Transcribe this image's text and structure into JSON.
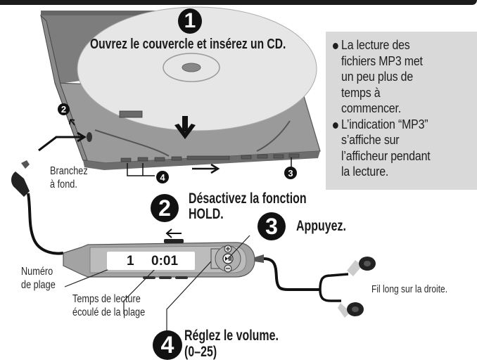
{
  "header": {
    "bar_color": "#1c1c1c"
  },
  "steps": [
    {
      "number": "1",
      "caption": "Ouvrez le couvercle et insérez un CD."
    },
    {
      "number": "2",
      "caption_line1": "Désactivez la fonction",
      "caption_line2": "HOLD."
    },
    {
      "number": "3",
      "caption": "Appuyez."
    },
    {
      "number": "4",
      "caption_line1": "Réglez le volume.",
      "caption_line2": "(0–25)"
    }
  ],
  "small_markers": {
    "marker_2": "2",
    "marker_3": "3",
    "marker_4": "4"
  },
  "notes": {
    "background": "#d9d9d9",
    "items": [
      {
        "text": "La lecture des fichiers MP3 met un peu plus de temps à commencer."
      },
      {
        "text": "L'indication “MP3” s'affiche sur l'afficheur pendant la lecture."
      }
    ],
    "lines": [
      [
        "La lecture des",
        "fichiers MP3 met",
        "un peu plus de",
        "temps à",
        "commencer."
      ],
      [
        "L’indication “MP3”",
        "s’affiche sur",
        "l’afficheur pendant",
        "la lecture."
      ]
    ]
  },
  "labels": {
    "plug_in": {
      "line1": "Branchez",
      "line2": "à fond."
    },
    "track_number": {
      "line1": "Numéro",
      "line2": "de plage"
    },
    "elapsed_time": {
      "line1": "Temps de lecture",
      "line2": "écoulé de la plage"
    },
    "long_wire": "Fil long sur la droite."
  },
  "remote_display": {
    "track": "1",
    "time": "0:01"
  },
  "icons": {
    "arrow_down": "arrow-down-icon",
    "arrow_right": "arrow-right-icon",
    "arrow_left": "arrow-left-icon",
    "play_pause": "play-pause-icon",
    "volume_plus": "plus-icon",
    "volume_minus": "minus-icon"
  }
}
